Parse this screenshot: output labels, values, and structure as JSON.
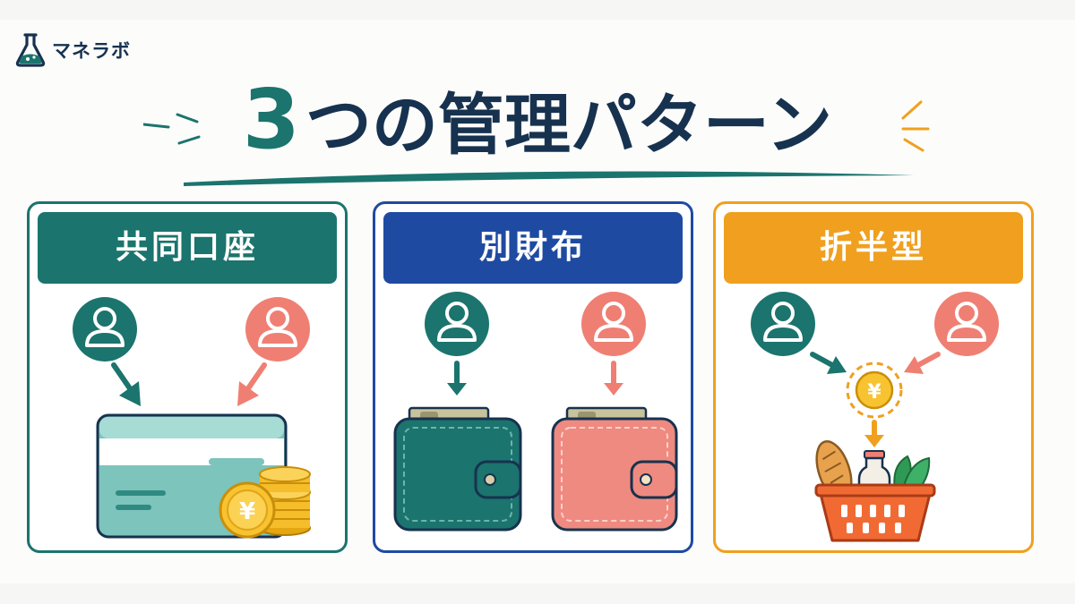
{
  "brand": {
    "name": "マネラボ",
    "icon": "flask-icon"
  },
  "title": {
    "number": "3",
    "text": "つの管理パターン"
  },
  "colors": {
    "teal": "#1b746d",
    "blue": "#1f4aa2",
    "orange": "#f0a01e",
    "navy": "#17324f",
    "salmon": "#ef7f73"
  },
  "panels": [
    {
      "title": "共同口座",
      "icons": [
        "user-icon",
        "user-icon",
        "bank-card-icon",
        "yen-coin-icon"
      ]
    },
    {
      "title": "別財布",
      "icons": [
        "user-icon",
        "user-icon",
        "wallet-icon",
        "wallet-icon"
      ]
    },
    {
      "title": "折半型",
      "icons": [
        "user-icon",
        "user-icon",
        "yen-coin-icon",
        "shopping-basket-icon"
      ]
    }
  ]
}
